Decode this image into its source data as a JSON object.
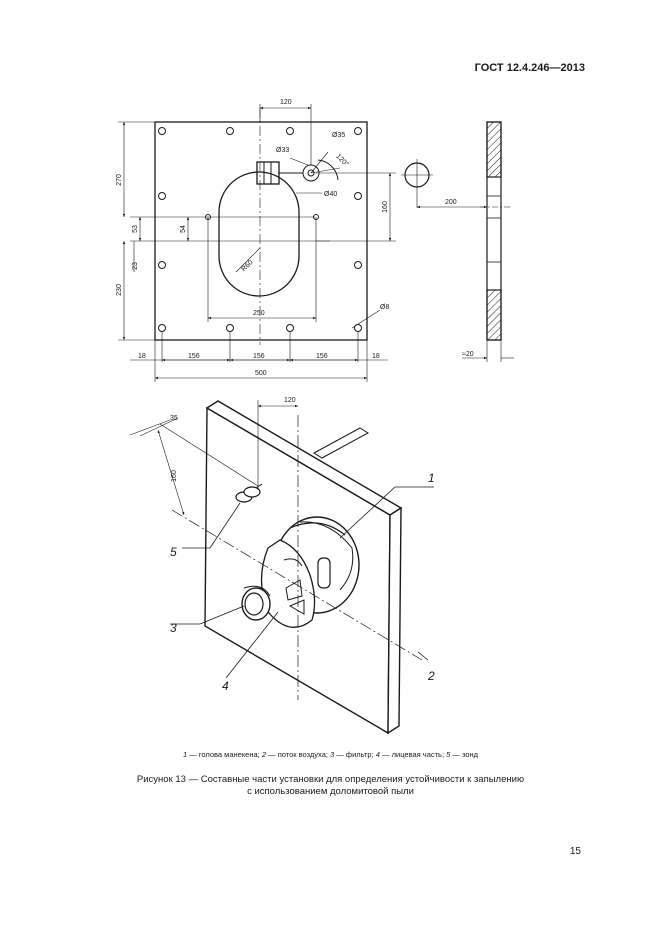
{
  "header": {
    "standard": "ГОСТ 12.4.246—2013"
  },
  "plan": {
    "dims": {
      "top_120": "120",
      "dia_35": "Ø35",
      "dia_33": "Ø33",
      "angle_120": "120°",
      "dia_40": "Ø40",
      "dia_8": "Ø8",
      "h_270": "270",
      "h_53": "53",
      "h_54": "54",
      "h_23": "23",
      "h_230": "230",
      "r_60": "R60",
      "w_250": "250",
      "h_160": "160",
      "b_18_left": "18",
      "b_156_a": "156",
      "b_156_b": "156",
      "b_156_c": "156",
      "b_18_right": "18",
      "b_500": "500"
    }
  },
  "side": {
    "dims": {
      "d_200": "200",
      "thick_20": "≈20"
    }
  },
  "iso": {
    "dims": {
      "d_120": "120",
      "d_35": "35",
      "d_160": "160"
    },
    "callouts": {
      "c1": "1",
      "c2": "2",
      "c3": "3",
      "c4": "4",
      "c5": "5"
    }
  },
  "legend": {
    "items": [
      {
        "num": "1",
        "text": "голова манекена;"
      },
      {
        "num": "2",
        "text": "поток воздуха;"
      },
      {
        "num": "3",
        "text": "фильтр;"
      },
      {
        "num": "4",
        "text": "лицевая часть;"
      },
      {
        "num": "5",
        "text": "зонд"
      }
    ],
    "dash": "—"
  },
  "caption": {
    "line1": "Рисунок 13 — Составные части установки для определения устойчивости к запылению",
    "line2": "с использованием доломитовой пыли"
  },
  "footer": {
    "page_number": "15"
  }
}
